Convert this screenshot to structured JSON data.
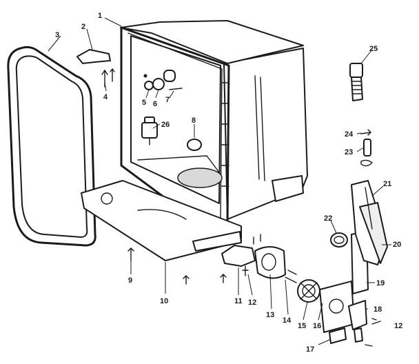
{
  "diagram": {
    "callouts": [
      "1",
      "2",
      "3",
      "4",
      "5",
      "6",
      "7",
      "8",
      "9",
      "10",
      "11",
      "12",
      "13",
      "14",
      "15",
      "16",
      "17",
      "18",
      "19",
      "20",
      "21",
      "22",
      "23",
      "24",
      "25",
      "26",
      "12"
    ]
  },
  "colors": {
    "line": "#1a1a1a",
    "background": "#ffffff"
  }
}
